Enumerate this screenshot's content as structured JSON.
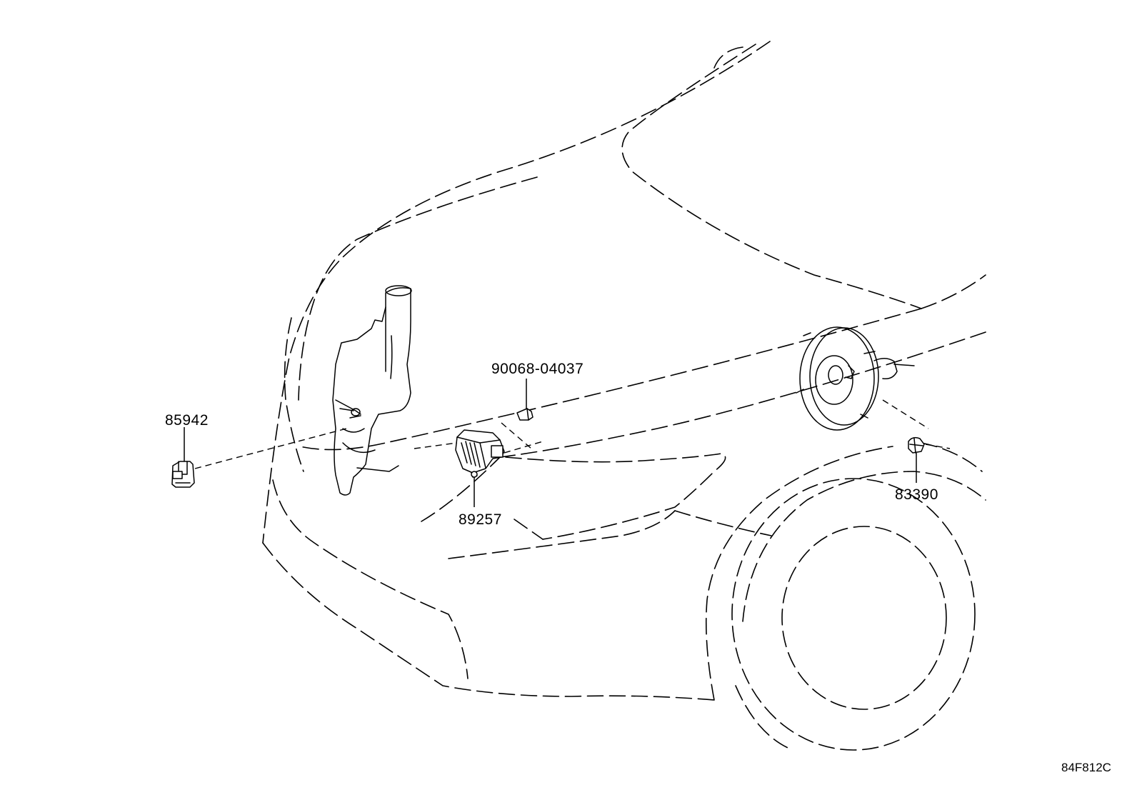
{
  "parts": [
    {
      "id": "85942",
      "label": "85942"
    },
    {
      "id": "90068-04037",
      "label": "90068-04037"
    },
    {
      "id": "89257",
      "label": "89257"
    },
    {
      "id": "83390",
      "label": "83390"
    }
  ],
  "diagram_code": "84F812C"
}
